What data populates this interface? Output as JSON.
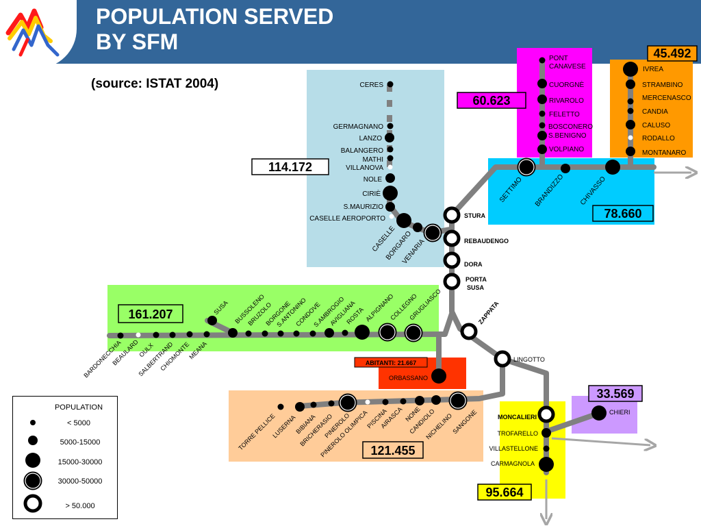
{
  "header": {
    "title_line1": "POPULATION SERVED",
    "title_line2": "BY SFM",
    "subtitle": "(source: ISTAT 2004)"
  },
  "colors": {
    "header": "#336699",
    "line": "#808080",
    "line_light": "#a6a6a6",
    "station": "#000000",
    "zone_ceres": "#b7dde8",
    "zone_canavese": "#ff00ff",
    "zone_ivrea": "#ff9900",
    "zone_chivasso": "#00ccff",
    "zone_susa": "#99ff66",
    "zone_orbassano": "#ff3300",
    "zone_pinerolo": "#ffcc99",
    "zone_chieri": "#cc99ff",
    "zone_carmagnola": "#ffff00"
  },
  "zones": [
    {
      "id": "ceres",
      "total": "114.172"
    },
    {
      "id": "canavese",
      "total": "60.623"
    },
    {
      "id": "ivrea",
      "total": "45.492"
    },
    {
      "id": "chivasso",
      "total": "78.660"
    },
    {
      "id": "susa",
      "total": "161.207"
    },
    {
      "id": "orbassano",
      "total": "ABITANTI: 21.667"
    },
    {
      "id": "pinerolo",
      "total": "121.455"
    },
    {
      "id": "chieri",
      "total": "33.569"
    },
    {
      "id": "carmagnola",
      "total": "95.664"
    }
  ],
  "stations": {
    "ceres": "CERES",
    "germagnano": "GERMAGNANO",
    "lanzo": "LANZO",
    "balangero": "BALANGERO",
    "mathi": "MATHI",
    "villanova": "VILLANOVA",
    "nole": "NOLE",
    "cirie": "CIRIÈ",
    "smaurizio": "S.MAURIZIO",
    "caselle_aeroporto": "CASELLE  AEROPORTO",
    "caselle": "CASELLE",
    "borgaro": "BORGARO",
    "venaria": "VENARIA",
    "pont_line1": "PONT",
    "pont_line2": "CANAVESE",
    "cuorgne": "CUORGNÈ",
    "rivarolo": "RIVAROLO",
    "feletto": "FELETTO",
    "bosconero": "BOSCONERO",
    "sbenigno": "S.BENIGNO",
    "volpiano": "VOLPIANO",
    "ivrea": "IVREA",
    "strambino": "STRAMBINO",
    "mercenasco": "MERCENASCO",
    "candia": "CANDIA",
    "caluso": "CALUSO",
    "rodallo": "RODALLO",
    "montanaro": "MONTANARO",
    "settimo": "SETTIMO",
    "brandizzo": "BRANDIZZO",
    "chivasso": "CHIVASSO",
    "stura": "STURA",
    "rebaudengo": "REBAUDENGO",
    "dora": "DORA",
    "porta_line1": "PORTA",
    "porta_line2": "SUSA",
    "zappata": "ZAPPATA",
    "lingotto": "LINGOTTO",
    "bardonecchia": "BARDONECCHIA",
    "beaulard": "BEAULARD",
    "oulx": "OULX",
    "salbertrand": "SALBERTRAND",
    "chiomonte": "CHIOMONTE",
    "meana": "MEANA",
    "susa": "SUSA",
    "bussoleno": "BUSSOLENO",
    "bruzolo": "BRUZOLO",
    "borgone": "BORGONE",
    "santonino": "S.ANTONINO",
    "condove": "CONDOVE",
    "sambrogio": "S.AMBROGIO",
    "avigliana": "AVIGLIANA",
    "rosta": "ROSTA",
    "alpignano": "ALPIGNANO",
    "collegno": "COLLEGNO",
    "grugliasco": "GRUGLIASCO",
    "orbassano": "ORBASSANO",
    "torre_pellice": "TORRE PELLICE",
    "luserna": "LUSERNA",
    "bibiana": "BIBIANA",
    "bricherasio": "BRICHERASIO",
    "pinerolo": "PINEROLO",
    "pinerolo_olimpica": "PINEROLO OLIMPICA",
    "piscina": "PISCINA",
    "airasca": "AIRASCA",
    "none": "NONE",
    "candiolo": "CANDIOLO",
    "nichelino": "NICHELINO",
    "sangone": "SANGONE",
    "moncalieri": "MONCALIERI",
    "trofarello": "TROFARELLO",
    "villastellone": "VILLASTELLONE",
    "carmagnola": "CARMAGNOLA",
    "chieri": "CHIERI"
  },
  "legend": {
    "title": "POPULATION",
    "items": [
      {
        "label": "< 5000",
        "icon": "dot-small"
      },
      {
        "label": "5000-15000",
        "icon": "dot-medium"
      },
      {
        "label": "15000-30000",
        "icon": "dot-large"
      },
      {
        "label": "30000-50000",
        "icon": "dot-ringed"
      },
      {
        "label": "> 50.000",
        "icon": "ring-open"
      }
    ]
  }
}
